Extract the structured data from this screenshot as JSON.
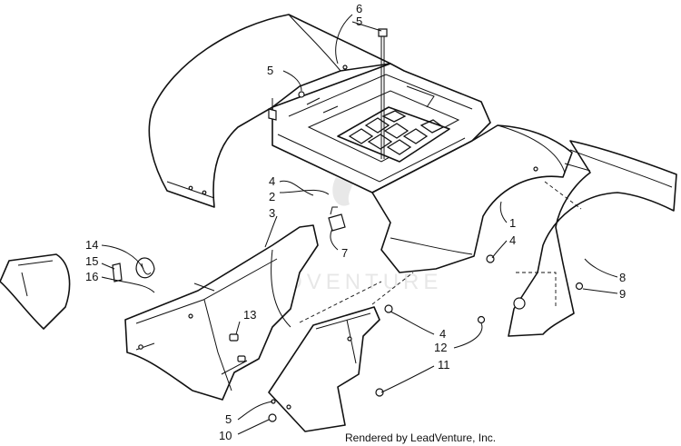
{
  "callouts": [
    "6",
    "5",
    "5",
    "4",
    "2",
    "3",
    "7",
    "1",
    "4",
    "14",
    "15",
    "16",
    "13",
    "8",
    "9",
    "4",
    "12",
    "11",
    "5",
    "10"
  ],
  "credit": "Rendered by LeadVenture, Inc.",
  "watermark": "LEADVENTURE"
}
